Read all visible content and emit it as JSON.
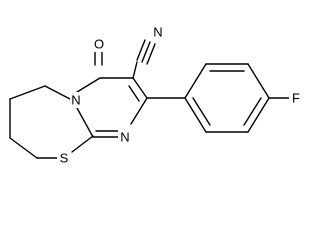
{
  "molecule": {
    "atoms": {
      "cyano_nitrogen": "N",
      "carbonyl_oxygen": "O",
      "ring_fusion_nitrogen": "N",
      "pyrimidine_nitrogen": "N",
      "thiazine_sulfur": "S",
      "fluorine": "F"
    },
    "colors": {
      "bond": "#000000",
      "label": "#000000",
      "background": "#ffffff"
    }
  }
}
